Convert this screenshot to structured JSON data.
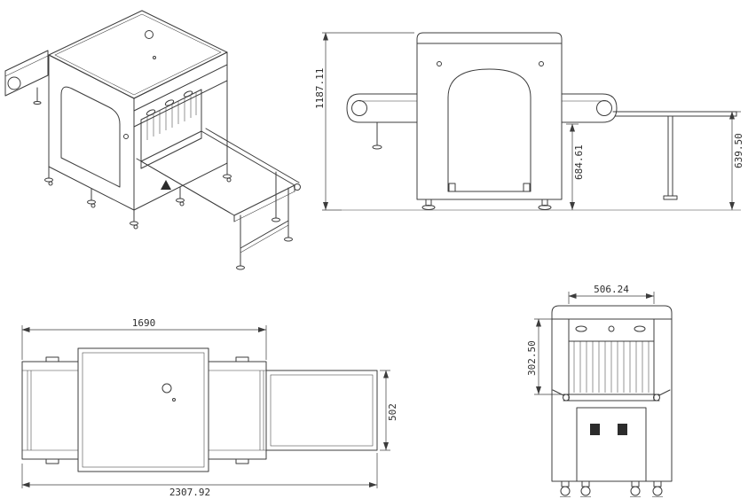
{
  "drawing": {
    "background_color": "#ffffff",
    "line_color": "#3c3c3c",
    "dimensions": {
      "side_view": {
        "overall_height": "1187.11",
        "conveyor_height": "684.61",
        "table_height": "639.50"
      },
      "top_view": {
        "body_length": "1690",
        "overall_length": "2307.92",
        "conveyor_width": "502"
      },
      "front_view": {
        "tunnel_width": "506.24",
        "tunnel_height": "302.50"
      }
    }
  }
}
